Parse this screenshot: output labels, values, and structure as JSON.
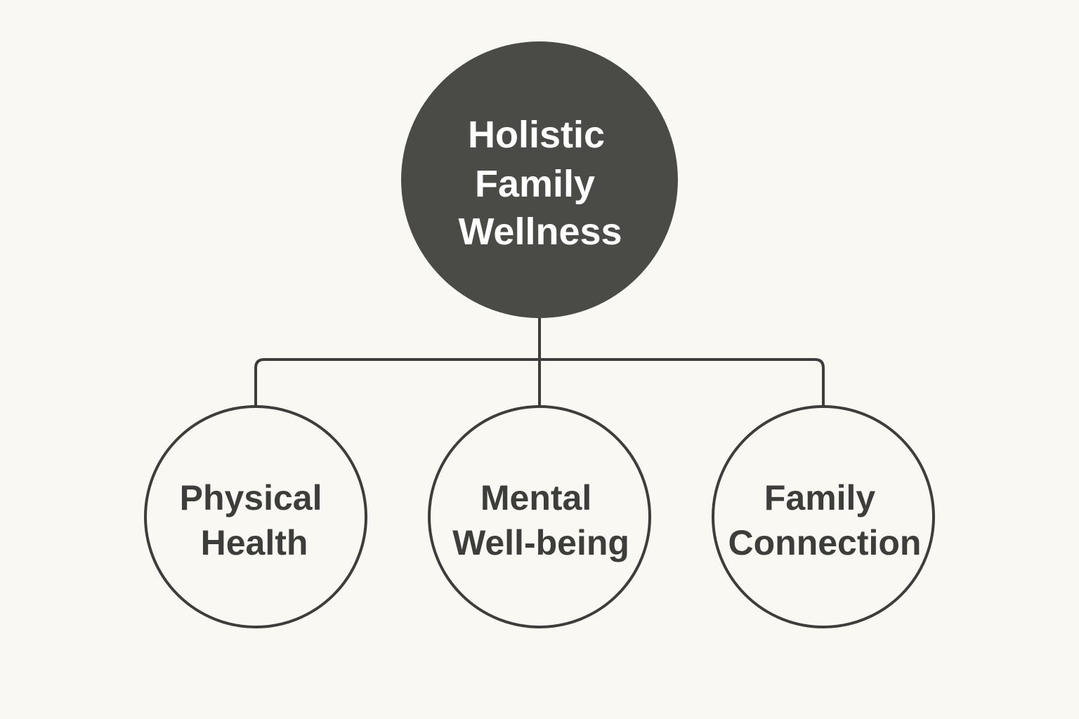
{
  "colors": {
    "background": "#faf8f3",
    "root_fill": "#4a4a47",
    "stroke": "#3d3d3b",
    "root_text": "#ffffff",
    "child_text": "#3d3d3b"
  },
  "root": {
    "lines": [
      "Holistic",
      "Family",
      "Wellness"
    ]
  },
  "children": [
    {
      "lines": [
        "Physical",
        "Health"
      ]
    },
    {
      "lines": [
        "Mental",
        "Well-being"
      ]
    },
    {
      "lines": [
        "Family",
        "Connection"
      ]
    }
  ]
}
